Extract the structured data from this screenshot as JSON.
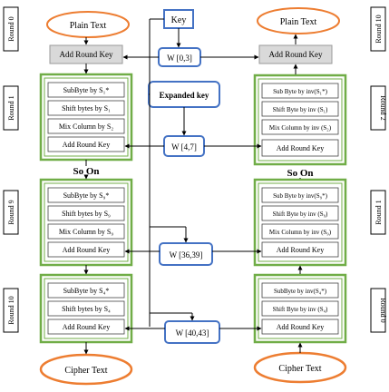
{
  "rounds_left": [
    "Round 0",
    "Round 1",
    "Round 9",
    "Round 10"
  ],
  "rounds_right": [
    "Round 10",
    "Round 2",
    "Round 1",
    "Round 0"
  ],
  "plain_text_left": "Plain Text",
  "plain_text_right": "Plain Text",
  "cipher_text_left": "Cipher Text",
  "cipher_text_right": "Cipher Text",
  "key": "Key",
  "expanded_key": "Expanded key",
  "so_on_left": "So On",
  "so_on_right": "So On",
  "add_round_key": "Add Round Key",
  "w_labels": [
    "W [0,3]",
    "W [4,7]",
    "W [36,39]",
    "W [40,43]"
  ],
  "left_blocks": [
    {
      "sub": "SubByte by S₁*",
      "shift": "Shift bytes by S₁",
      "mix": "Mix Column by S₂",
      "add": "Add Round Key"
    },
    {
      "sub": "SubByte by S₉*",
      "shift": "Shift bytes by S₉",
      "mix": "Mix Column by S₉",
      "add": "Add Round Key"
    },
    {
      "sub": "SubByte by S₄*",
      "shift": "Shift bytes by S₄",
      "add": "Add Round Key"
    }
  ],
  "right_blocks": [
    {
      "sub": "Sub Byte by inv(S₁*)",
      "shift": "Shift Byte by inv (S₁)",
      "mix": "Mix Column by inv (S₂)",
      "add": "Add Round Key"
    },
    {
      "sub": "Sub Byte by inv(S₉*)",
      "shift": "Shift Byte by inv (S₉)",
      "mix": "Mix Column by inv (S₉)",
      "add": "Add Round Key"
    },
    {
      "sub": "SubByte by inv(S₄*)",
      "shift": "Shift Byte by inv (S₄)",
      "add": "Add Round Key"
    }
  ],
  "colors": {
    "orange": "#ED7D31",
    "green": "#70AD47",
    "blue": "#4472C4",
    "gray": "#D9D9D9"
  }
}
